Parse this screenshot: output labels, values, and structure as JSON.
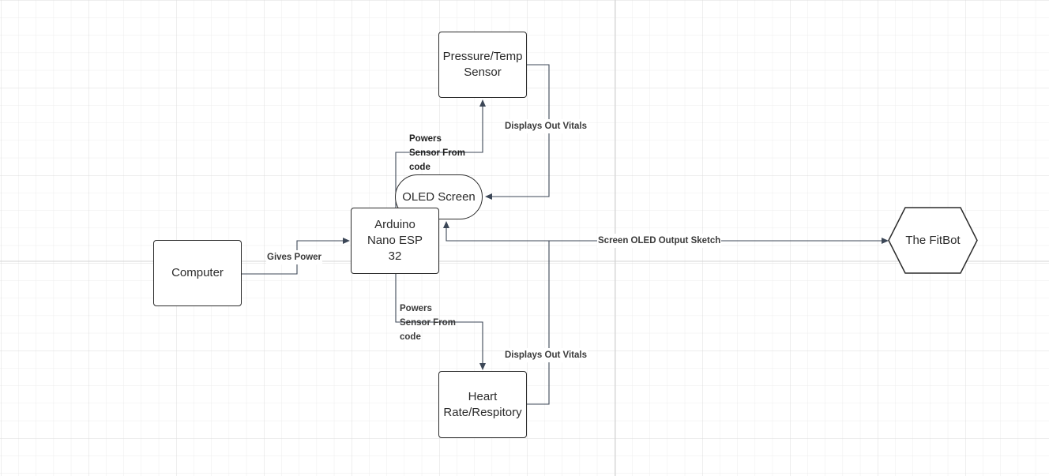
{
  "diagram": {
    "nodes": {
      "pressure_sensor": "Pressure/Temp\nSensor",
      "oled_screen": "OLED Screen",
      "arduino": "Arduino\nNano ESP\n32",
      "computer": "Computer",
      "heart_rate": "Heart\nRate/Respitory",
      "fitbot": "The FitBot"
    },
    "edges": {
      "gives_power": "Gives Power",
      "powers_sensor_top": "Powers\nSensor From\ncode",
      "powers_sensor_bottom": "Powers\nSensor From\ncode",
      "displays_vitals_top": "Displays Out Vitals",
      "displays_vitals_bottom": "Displays Out Vitals",
      "screen_output_sketch": "Screen OLED Output Sketch"
    },
    "colors": {
      "background": "#ffffff",
      "grid_minor": "#ececec",
      "grid_major": "#dcdcdc",
      "line": "#3c4757",
      "border": "#2b2b2b"
    }
  }
}
